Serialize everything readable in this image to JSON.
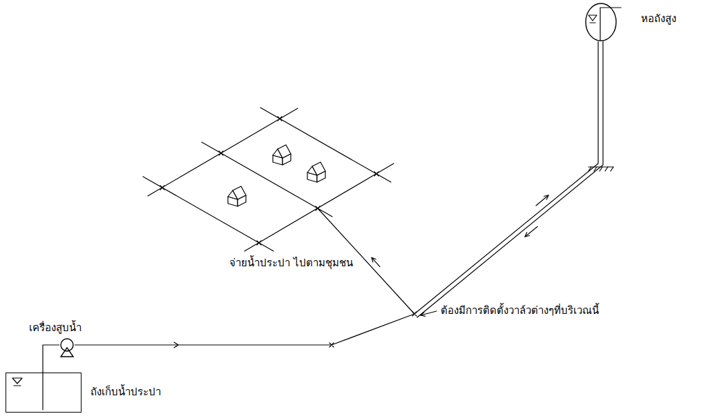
{
  "diagram": {
    "nodes": [
      {
        "text": [
          "ถังเก็บน้ำประปา"
        ]
      },
      {
        "text": [
          "เครื่องสูบน้ำ"
        ]
      },
      {
        "text": [
          "หอถังสูง"
        ]
      }
    ],
    "edges": [
      {
        "from": 0,
        "to": 1,
        "arrow": "none"
      },
      {
        "from": 1,
        "to": 2,
        "arrow": "none"
      }
    ],
    "labels": [
      "จ่ายน้ำประปา ไปตามชุมชน",
      "ต้องมีการติดตั้งวาล์วต่างๆที่บริเวณนี้"
    ]
  }
}
